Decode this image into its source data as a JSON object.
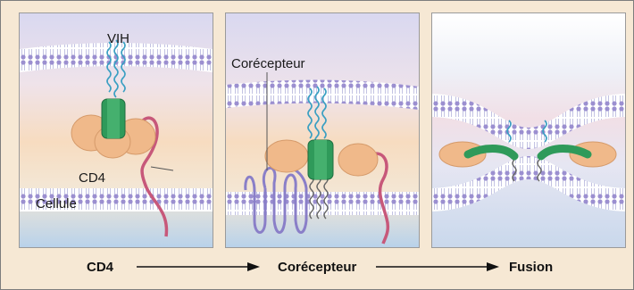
{
  "panels": {
    "attachment": {
      "virus_label": "VIH",
      "cd4_label": "CD4",
      "cell_label": "Cellule"
    },
    "coreceptor": {
      "coreceptor_label": "Corécepteur"
    }
  },
  "stages": [
    "CD4",
    "Corécepteur",
    "Fusion"
  ],
  "colors": {
    "background": "#f6e8d4",
    "membrane_head": "#9b8fd0",
    "tail": "#bdbde0",
    "env_green": "#2f9a5a",
    "cd4_protein": "#f0b98a",
    "cd4_stalk": "#c7587a",
    "coreceptor": "#8a7fc8",
    "fusion_peptide": "#3a9fc2",
    "anchor": "#666666"
  }
}
